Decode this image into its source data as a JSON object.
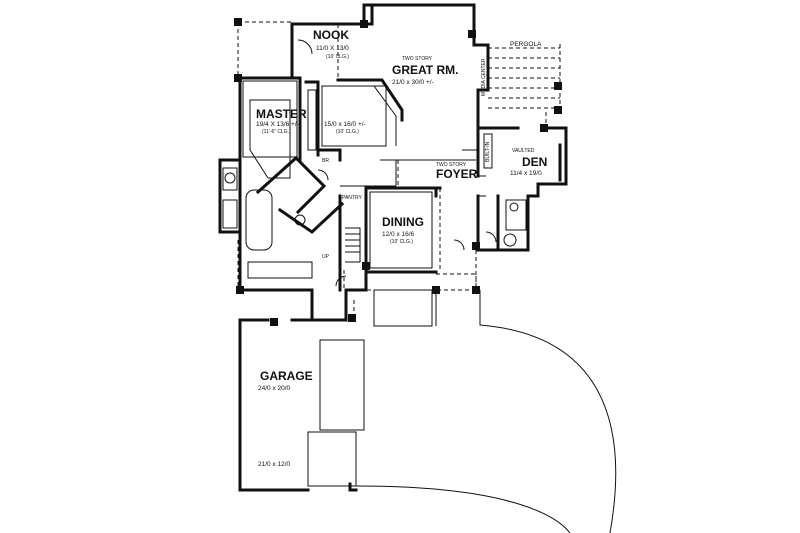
{
  "rooms": {
    "nook": {
      "name": "NOOK",
      "dim": "11/0 X 13/0",
      "clg": "(10' CLG.)"
    },
    "great_room": {
      "note": "TWO STORY",
      "name": "GREAT RM.",
      "dim": "21/0 x 30/0 +/-"
    },
    "pergola": {
      "name": "PERGOLA"
    },
    "media": {
      "name": "MEDIA CENTER"
    },
    "master": {
      "name": "MASTER",
      "dim": "19/4 X 13/6 +/-",
      "clg": "(11'-6\" CLG.)"
    },
    "kitchen": {
      "dim": "15/0 x 16/0 +/-",
      "clg": "(10' CLG.)"
    },
    "built_in": {
      "name": "BUILT-IN"
    },
    "den": {
      "note": "VAULTED",
      "name": "DEN",
      "dim": "11/4 x 19/0"
    },
    "br": {
      "name": "BR"
    },
    "foyer": {
      "note": "TWO STORY",
      "name": "FOYER"
    },
    "pantry": {
      "name": "PANTRY"
    },
    "dining": {
      "name": "DINING",
      "dim": "12/0 x 16/6",
      "clg": "(10' CLG.)"
    },
    "stair": {
      "up": "UP"
    },
    "garage": {
      "name": "GARAGE",
      "dim": "24/0 x 20/0",
      "dim2": "21/0 x 12/0"
    }
  }
}
